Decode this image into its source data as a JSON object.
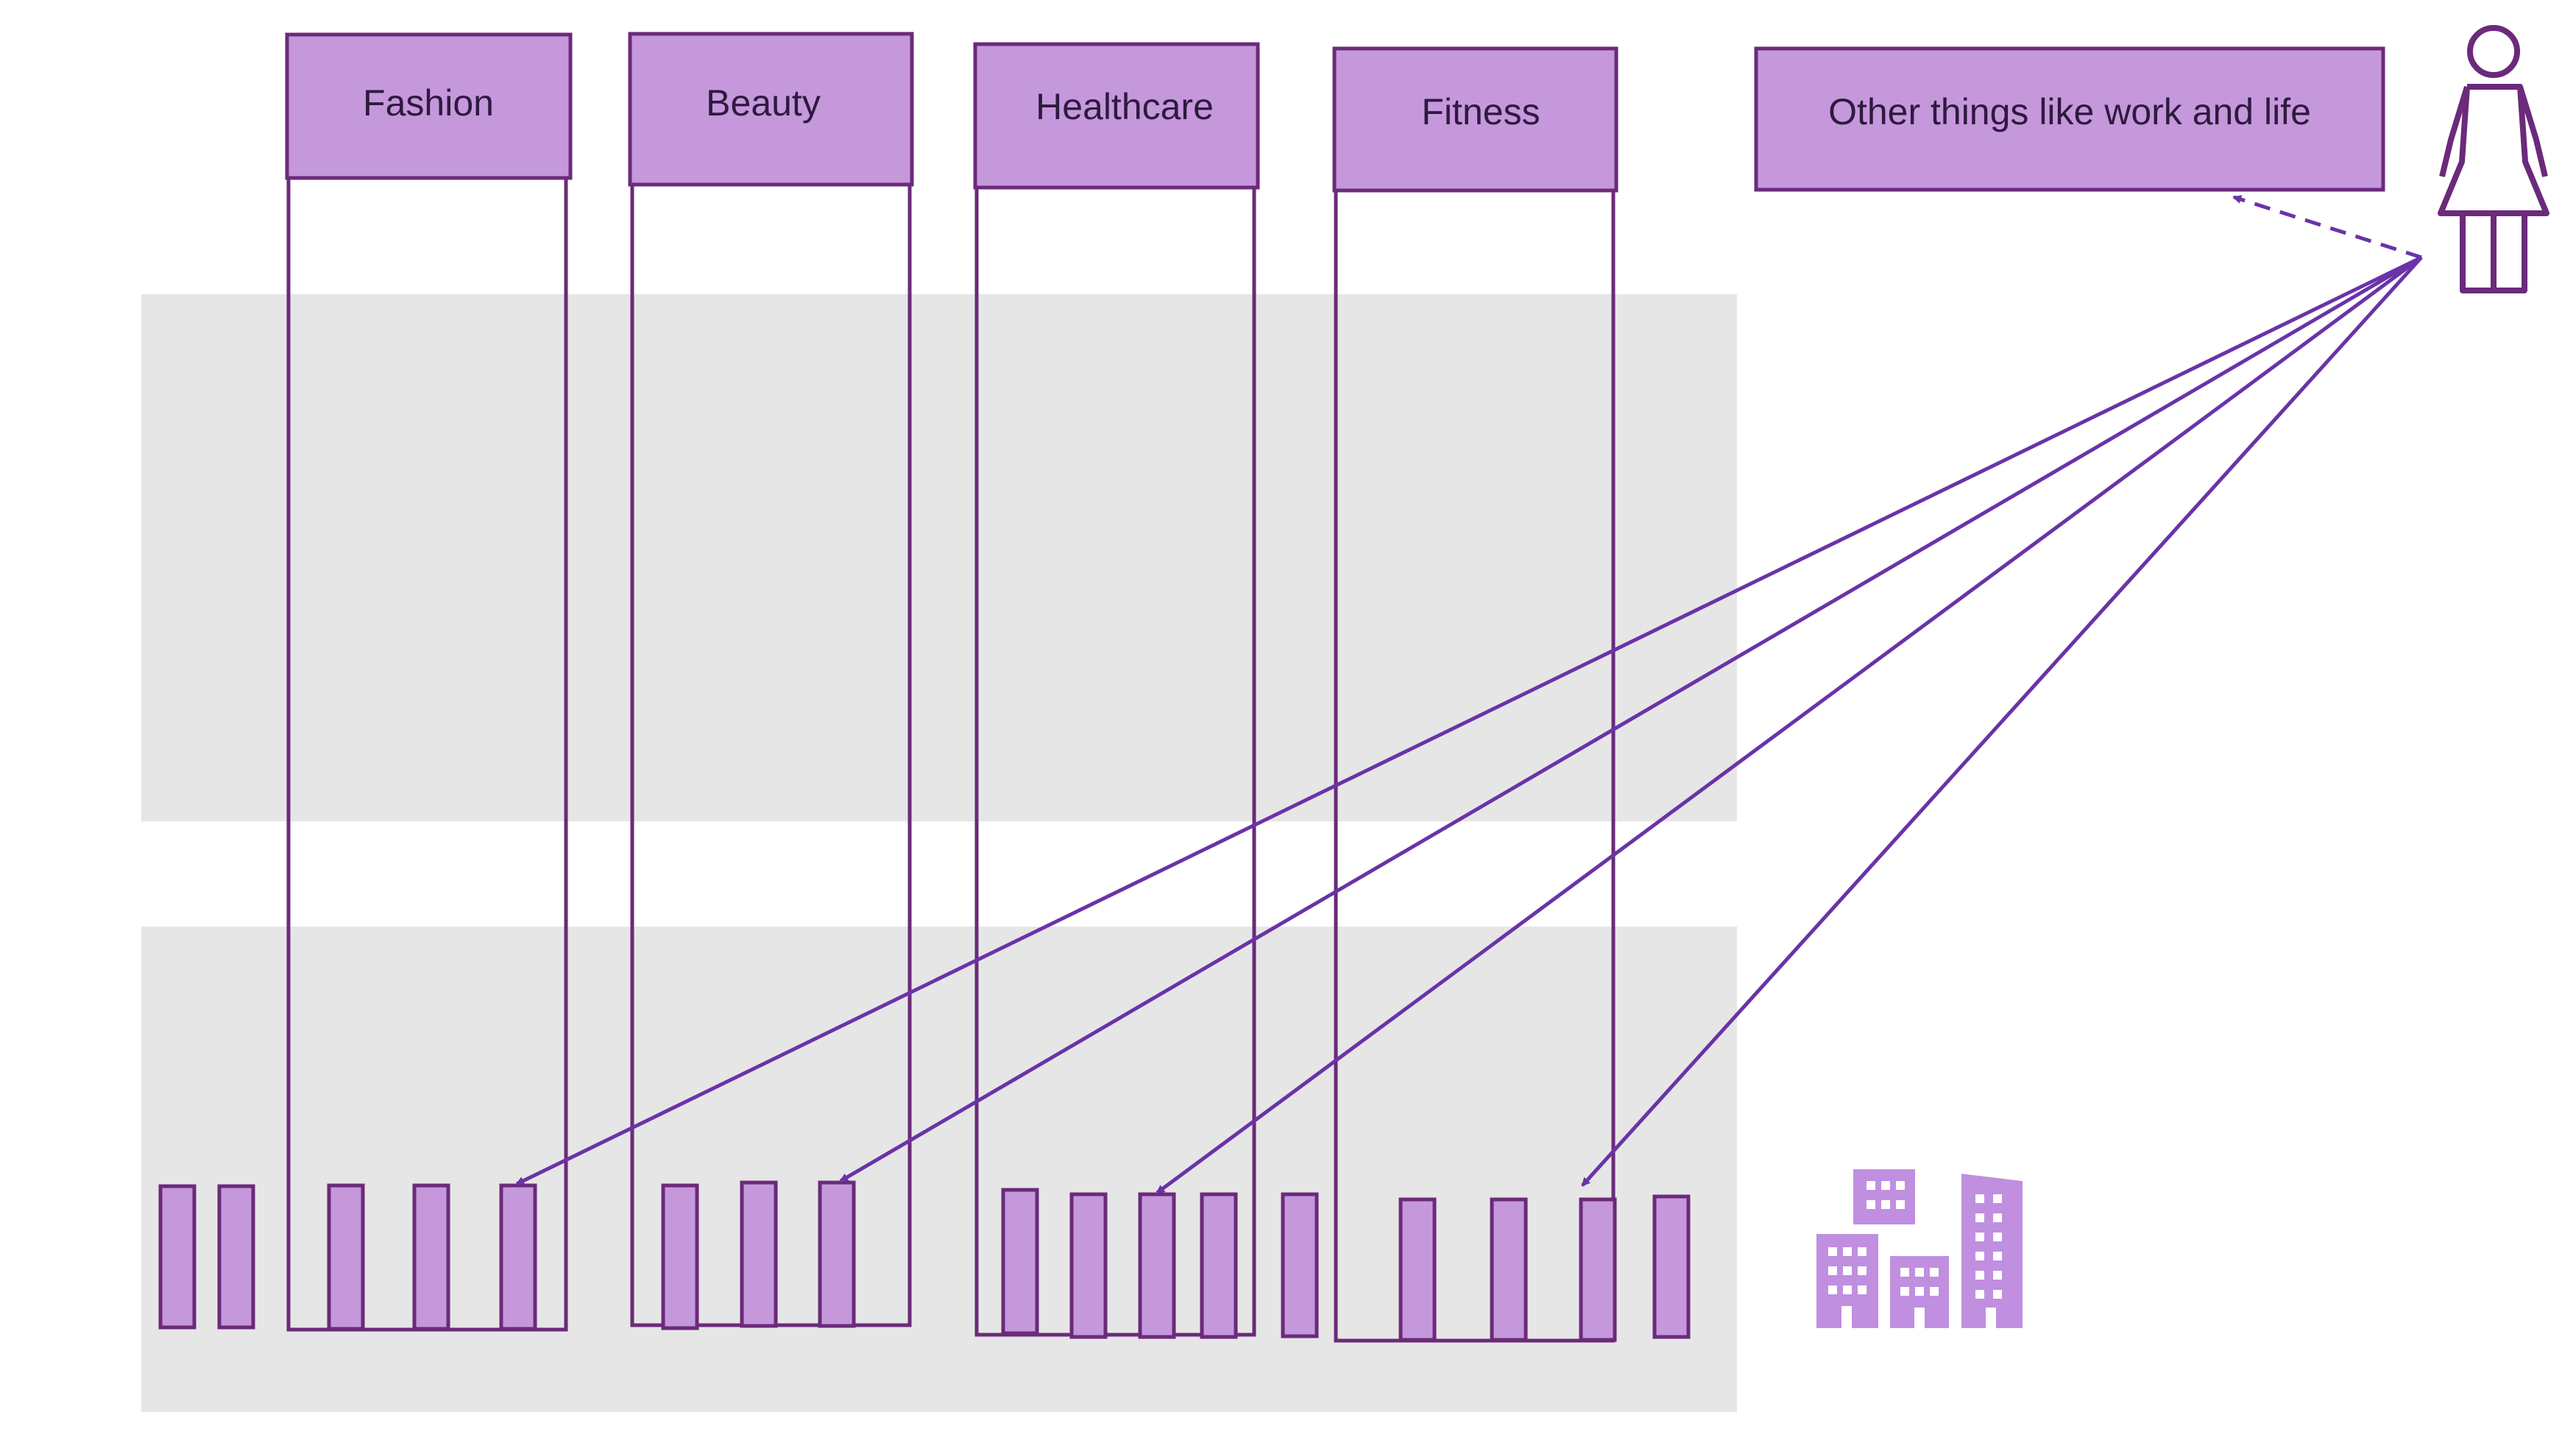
{
  "categories": [
    {
      "label": "Fashion"
    },
    {
      "label": "Beauty"
    },
    {
      "label": "Healthcare"
    },
    {
      "label": "Fitness"
    }
  ],
  "other_box": {
    "label": "Other things like work and life"
  },
  "icons": {
    "person": "woman-person-icon",
    "buildings": "city-buildings-icon"
  },
  "colors": {
    "outline": "#6b2a7a",
    "fill": "#c598dc",
    "arrow": "#6a33a8",
    "band": "#e6e6e6",
    "building": "#c08fe0"
  }
}
